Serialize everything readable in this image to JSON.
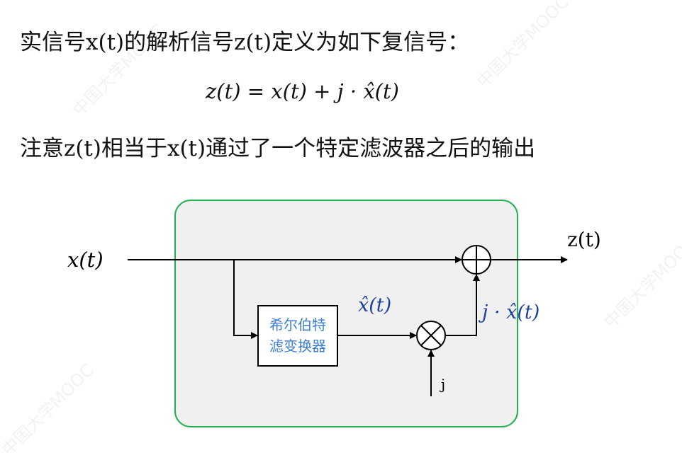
{
  "text": {
    "line1": "实信号x(t)的解析信号z(t)定义为如下复信号：",
    "formula": "z(t) = x(t) + j · x̂(t)",
    "line3": "注意z(t)相当于x(t)通过了一个特定滤波器之后的输出"
  },
  "diagram": {
    "input_label": "x(t)",
    "output_label": "z(t)",
    "hilbert_block_line1": "希尔伯特",
    "hilbert_block_line2": "滤变换器",
    "hilbert_output_label": "x̂(t)",
    "product_label": "j · x̂(t)",
    "multiplier_input_label": "j"
  },
  "watermark": "中国大学MOOC",
  "colors": {
    "frame": "#22b14c",
    "frame_fill": "#f0f0f0",
    "math_blue": "#1f3fa0",
    "block_text": "#3b7fd0"
  }
}
